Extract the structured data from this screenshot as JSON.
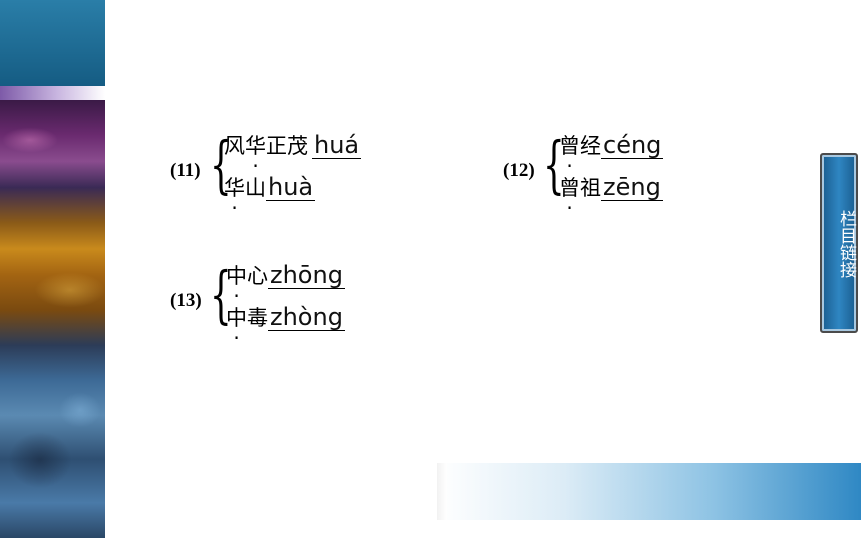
{
  "side_nav": {
    "label": "栏目链接"
  },
  "groups": [
    {
      "number": "(11)",
      "items": [
        {
          "pre": "风",
          "dotted": "华",
          "post": "正茂",
          "pinyin": "huá"
        },
        {
          "pre": "",
          "dotted": "华",
          "post": "山",
          "pinyin": "huà"
        }
      ]
    },
    {
      "number": "(12)",
      "items": [
        {
          "pre": "",
          "dotted": "曾",
          "post": "经",
          "pinyin": "céng"
        },
        {
          "pre": "",
          "dotted": "曾",
          "post": "祖",
          "pinyin": "zēng"
        }
      ]
    },
    {
      "number": "(13)",
      "items": [
        {
          "pre": "",
          "dotted": "中",
          "post": "心",
          "pinyin": "zhōng"
        },
        {
          "pre": "",
          "dotted": "中",
          "post": "毒",
          "pinyin": "zhòng"
        }
      ]
    }
  ]
}
